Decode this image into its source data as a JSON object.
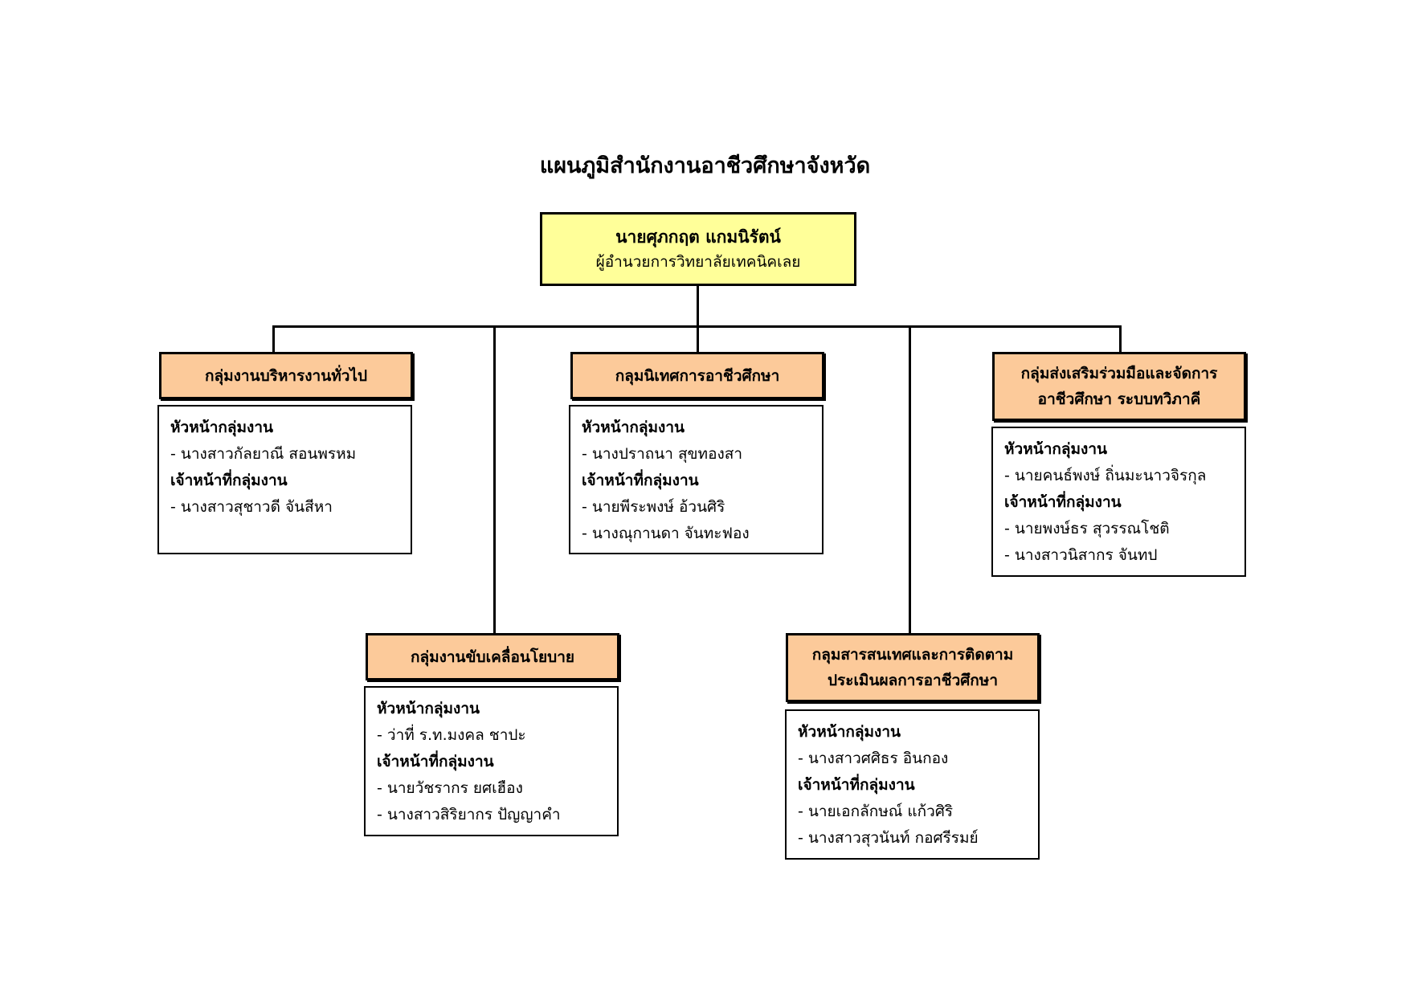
{
  "title": "แผนภูมิสำนักงานอาชีวศึกษาจังหวัด",
  "director": {
    "name": "นายศุภกฤต แกมนิรัตน์",
    "position": "ผู้อำนวยการวิทยาลัยเทคนิคเลย"
  },
  "groups": [
    {
      "title": "กลุ่มงานบริหารงานทั่วไป",
      "head_label": "หัวหน้ากลุ่มงาน",
      "heads": [
        "- นางสาวกัลยาณี สอนพรหม"
      ],
      "staff_label": "เจ้าหน้าที่กลุ่มงาน",
      "staff": [
        "- นางสาวสุชาวดี จันสีหา"
      ]
    },
    {
      "title": "กลุ่มงานขับเคลื่อนโยบาย",
      "head_label": "หัวหน้ากลุ่มงาน",
      "heads": [
        "- ว่าที่ ร.ท.มงคล ชาปะ"
      ],
      "staff_label": "เจ้าหน้าที่กลุ่มงาน",
      "staff": [
        "- นายวัชรากร ยศเฮือง",
        "- นางสาวสิริยากร ปัญญาคำ"
      ]
    },
    {
      "title": "กลุมนิเทศการอาชีวศึกษา",
      "head_label": "หัวหน้ากลุ่มงาน",
      "heads": [
        "- นางปราถนา สุขทองสา"
      ],
      "staff_label": "เจ้าหน้าที่กลุ่มงาน",
      "staff": [
        "- นายพีระพงษ์ อ้วนศิริ",
        "- นางณุกานดา จันทะฟอง"
      ]
    },
    {
      "title_lines": [
        "กลุมสารสนเทศและการติดตาม",
        "ประเมินผลการอาชีวศึกษา"
      ],
      "head_label": "หัวหน้ากลุ่มงาน",
      "heads": [
        "- นางสาวศศิธร อินกอง"
      ],
      "staff_label": "เจ้าหน้าที่กลุ่มงาน",
      "staff": [
        "- นายเอกลักษณ์ แก้วศิริ",
        "- นางสาวสุวนันท์ กอศรีรมย์"
      ]
    },
    {
      "title_lines": [
        "กลุ่มส่งเสริมร่วมมือและจัดการ",
        "อาชีวศึกษา ระบบทวิภาคี"
      ],
      "head_label": "หัวหน้ากลุ่มงาน",
      "heads": [
        "- นายคนธ์พงษ์ ถิ่นมะนาวจิรกุล"
      ],
      "staff_label": "เจ้าหน้าที่กลุ่มงาน",
      "staff": [
        "- นายพงษ์ธร สุวรรณโชติ",
        "- นางสาวนิสากร จันทป"
      ]
    }
  ]
}
